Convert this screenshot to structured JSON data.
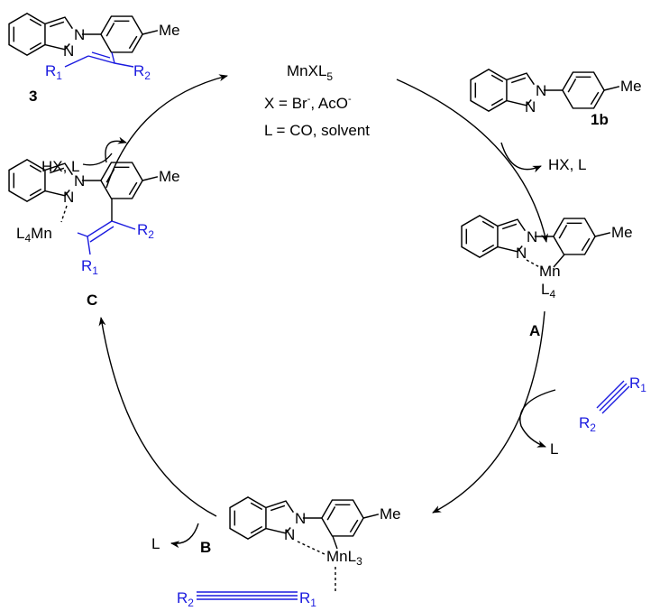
{
  "catalyst": {
    "formula": "MnXL",
    "formula_sub": "5",
    "x_def": "X = Br",
    "x_def_sup1": "-",
    "x_def_mid": ", AcO",
    "x_def_sup2": "-",
    "l_def": "L = CO, solvent"
  },
  "labels": {
    "product": "3",
    "substrate": "1b",
    "A": "A",
    "B": "B",
    "C": "C"
  },
  "byproducts": {
    "top_left": "HX, L",
    "top_right": "HX, L",
    "alkyne_loss": "L",
    "bottom_left": "L"
  },
  "atoms": {
    "me": "Me",
    "n": "N",
    "mn": "Mn",
    "l": "L",
    "l4_sub": "4",
    "l3_sub": "3",
    "r1": "R",
    "r2": "R",
    "sub1": "1",
    "sub2": "2"
  },
  "colors": {
    "black": "#000000",
    "blue": "#1a1adf"
  }
}
